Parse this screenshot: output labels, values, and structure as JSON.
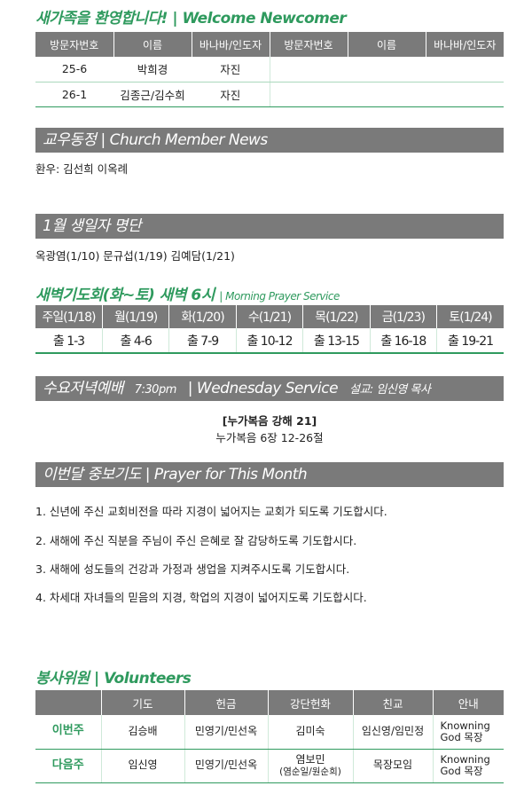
{
  "welcome": {
    "title": "새가족을 환영합니다! | Welcome Newcomer",
    "headers": [
      "방문자번호",
      "이름",
      "바나바/인도자",
      "방문자번호",
      "이름",
      "바나바/인도자"
    ],
    "rows": [
      [
        "25-6",
        "박희경",
        "자진",
        "",
        "",
        ""
      ],
      [
        "26-1",
        "김종근/김수희",
        "자진",
        "",
        "",
        ""
      ]
    ]
  },
  "member_news": {
    "title": "교우동정 | Church Member News",
    "text": "환우: 김선희   이옥례"
  },
  "birthdays": {
    "title": "1월 생일자 명단",
    "text": "옥광염(1/10)  문규섭(1/19)  김예담(1/21)"
  },
  "dawn_prayer": {
    "title": "새벽기도회(화~토) 새벽 6시",
    "subtitle": "| Morning Prayer Service",
    "days": [
      "주일(1/18)",
      "월(1/19)",
      "화(1/20)",
      "수(1/21)",
      "목(1/22)",
      "금(1/23)",
      "토(1/24)"
    ],
    "readings": [
      "출 1-3",
      "출 4-6",
      "출 7-9",
      "출 10-12",
      "출 13-15",
      "출 16-18",
      "출 19-21"
    ]
  },
  "wednesday": {
    "title_ko": "수요저녁예배",
    "time": "7:30pm",
    "title_en": "| Wednesday Service",
    "preacher": "설교: 임신영 목사",
    "sermon_title": "[누가복음 강해 21]",
    "passage": "누가복음 6장 12-26절"
  },
  "prayer_month": {
    "title": "이번달 중보기도 | Prayer for This Month",
    "items": [
      "1. 신년에 주신 교회비전을 따라 지경이 넓어지는 교회가 되도록 기도합시다.",
      "2. 새해에 주신 직분을 주님이 주신 은혜로 잘 감당하도록 기도합시다.",
      "3. 새해에 성도들의 건강과 가정과 생업을 지켜주시도록 기도합시다.",
      "4. 차세대 자녀들의 믿음의 지경, 학업의 지경이 넓어지도록 기도합시다."
    ]
  },
  "volunteers": {
    "title": "봉사위원 | Volunteers",
    "headers": [
      "",
      "기도",
      "헌금",
      "강단헌화",
      "친교",
      "안내"
    ],
    "this_week": {
      "label": "이번주",
      "prayer": "김승배",
      "offering": "민영기/민선옥",
      "flowers": "김미숙",
      "fellowship": "임신영/임민정",
      "guide": "Knowning God 목장"
    },
    "next_week": {
      "label": "다음주",
      "prayer": "임신영",
      "offering": "민영기/민선옥",
      "flowers": "염보민",
      "flowers_sub": "(염순일/원순희)",
      "fellowship": "목장모임",
      "guide": "Knowning God 목장"
    }
  }
}
